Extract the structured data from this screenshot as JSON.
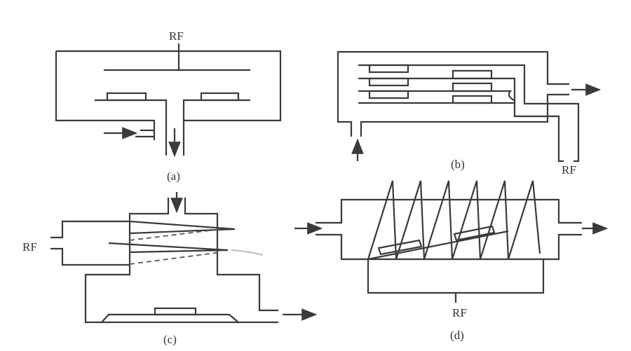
{
  "diagrams": {
    "a": {
      "caption": "(a)",
      "rf_label": "RF"
    },
    "b": {
      "caption": "(b)",
      "rf_label": "RF"
    },
    "c": {
      "caption": "(c)",
      "rf_label": "RF"
    },
    "d": {
      "caption": "(d)",
      "rf_label": "RF"
    }
  },
  "colors": {
    "line": "#3a3a3a",
    "background": "#ffffff"
  }
}
